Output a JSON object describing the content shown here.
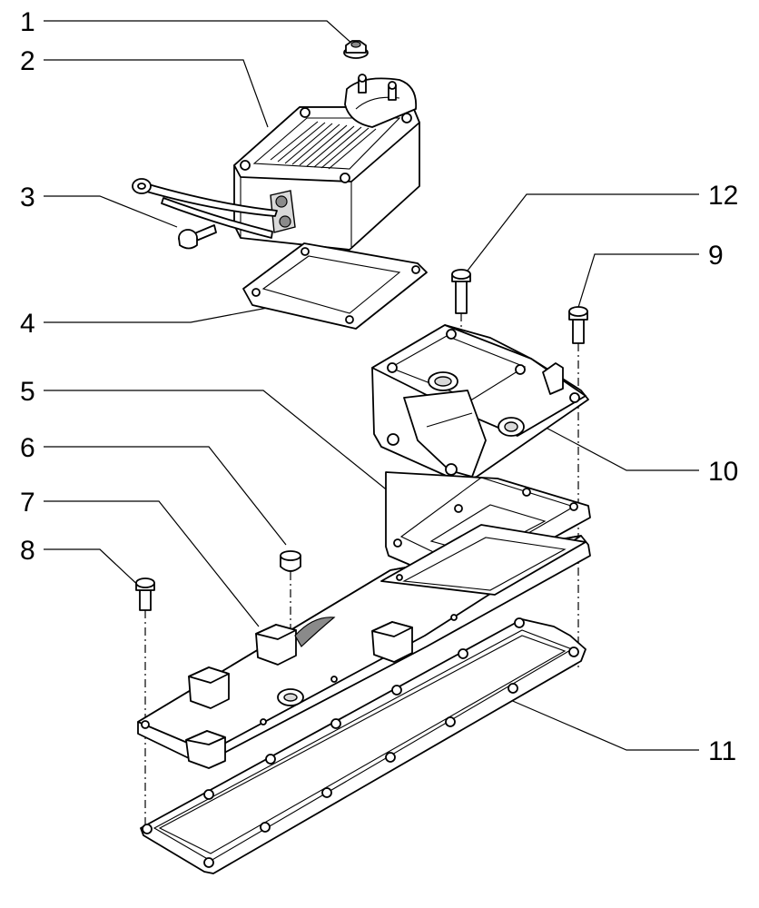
{
  "callouts": [
    {
      "id": "1",
      "part": "flange-nut"
    },
    {
      "id": "2",
      "part": "heater-unit"
    },
    {
      "id": "3",
      "part": "bolt"
    },
    {
      "id": "4",
      "part": "heater-gasket"
    },
    {
      "id": "5",
      "part": "inlet-gasket"
    },
    {
      "id": "6",
      "part": "plug"
    },
    {
      "id": "7",
      "part": "intake-manifold-cover"
    },
    {
      "id": "8",
      "part": "cover-screw"
    },
    {
      "id": "9",
      "part": "housing-screw"
    },
    {
      "id": "10",
      "part": "inlet-housing"
    },
    {
      "id": "11",
      "part": "cover-gasket"
    },
    {
      "id": "12",
      "part": "housing-screw-small"
    }
  ]
}
